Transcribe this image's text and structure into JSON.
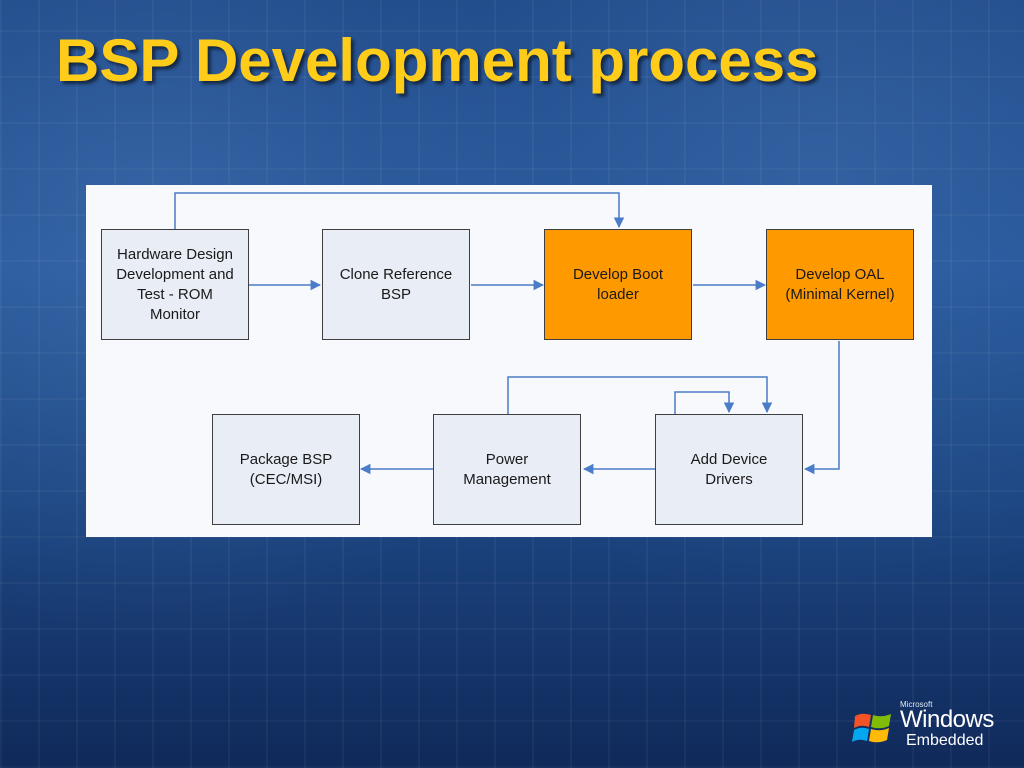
{
  "slide": {
    "title": "BSP Development process"
  },
  "diagram": {
    "boxes": [
      {
        "id": "hardware",
        "label": "Hardware Design\nDevelopment and\nTest - ROM\nMonitor",
        "color": "#e8edf6"
      },
      {
        "id": "clone",
        "label": "Clone Reference\nBSP",
        "color": "#e8edf6"
      },
      {
        "id": "bootloader",
        "label": "Develop Boot\nloader",
        "color": "#ff9900"
      },
      {
        "id": "oal",
        "label": "Develop OAL\n(Minimal Kernel)",
        "color": "#ff9900"
      },
      {
        "id": "drivers",
        "label": "Add Device\nDrivers",
        "color": "#e8edf6"
      },
      {
        "id": "power",
        "label": "Power\nManagement",
        "color": "#e8edf6"
      },
      {
        "id": "package",
        "label": "Package BSP\n(CEC/MSI)",
        "color": "#e8edf6"
      }
    ],
    "edges": [
      {
        "from": "hardware",
        "to": "clone"
      },
      {
        "from": "clone",
        "to": "bootloader"
      },
      {
        "from": "hardware",
        "to": "bootloader"
      },
      {
        "from": "bootloader",
        "to": "oal"
      },
      {
        "from": "oal",
        "to": "drivers"
      },
      {
        "from": "drivers",
        "to": "drivers"
      },
      {
        "from": "power",
        "to": "drivers"
      },
      {
        "from": "drivers",
        "to": "power"
      },
      {
        "from": "power",
        "to": "package"
      }
    ],
    "arrow_color": "#4a7cc7"
  },
  "logo": {
    "brand_small": "Microsoft",
    "brand": "Windows",
    "product": "Embedded"
  }
}
